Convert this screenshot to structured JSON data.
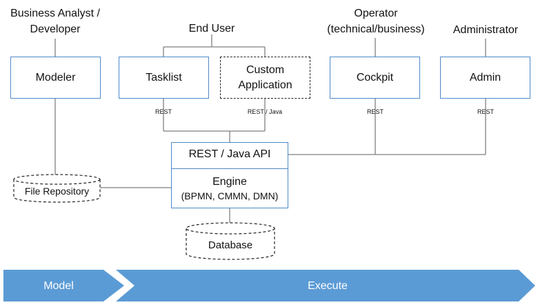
{
  "actors": {
    "business_analyst": [
      "Business Analyst /",
      "Developer"
    ],
    "end_user": "End User",
    "operator": [
      "Operator",
      "(technical/business)"
    ],
    "administrator": "Administrator"
  },
  "components": {
    "modeler": "Modeler",
    "tasklist": "Tasklist",
    "custom_application": [
      "Custom",
      "Application"
    ],
    "cockpit": "Cockpit",
    "admin": "Admin"
  },
  "connections": {
    "tasklist_rest": "REST",
    "custom_rest_java": "REST / Java",
    "cockpit_rest": "REST",
    "admin_rest": "REST"
  },
  "engine": {
    "api": "REST / Java API",
    "name": "Engine",
    "types": "(BPMN, CMMN, DMN)"
  },
  "storage": {
    "file_repository": "File Repository",
    "database": "Database"
  },
  "phases": {
    "model": "Model",
    "execute": "Execute"
  },
  "colors": {
    "box_border": "#4f88c8",
    "phase_fill": "#5b9bd5",
    "line": "#7f7f7f"
  }
}
